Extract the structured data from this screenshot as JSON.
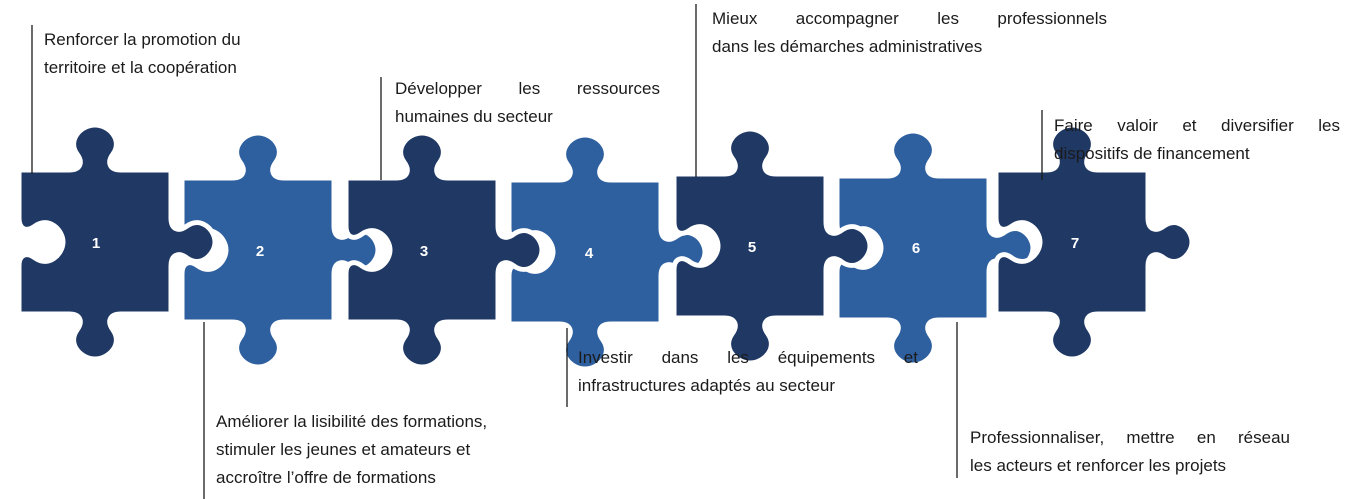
{
  "colors": {
    "piece_dark": "#1f3864",
    "piece_light": "#2e5f9e",
    "leader_line": "#1b1b1b",
    "number_text": "#ffffff"
  },
  "pieces": [
    {
      "number": "1",
      "shade": "dark"
    },
    {
      "number": "2",
      "shade": "light"
    },
    {
      "number": "3",
      "shade": "dark"
    },
    {
      "number": "4",
      "shade": "light"
    },
    {
      "number": "5",
      "shade": "dark"
    },
    {
      "number": "6",
      "shade": "light"
    },
    {
      "number": "7",
      "shade": "dark"
    }
  ],
  "callouts": [
    {
      "piece": "1",
      "lines": [
        "Renforcer la promotion du",
        "territoire et la coopération"
      ]
    },
    {
      "piece": "2",
      "lines": [
        "Améliorer la lisibilité des formations,",
        "stimuler les jeunes et amateurs et",
        "accroître l’offre de formations"
      ]
    },
    {
      "piece": "3",
      "lines": [
        "Développer les ressources",
        "humaines du secteur"
      ]
    },
    {
      "piece": "4",
      "lines": [
        "Investir dans les équipements et",
        "infrastructures adaptés au secteur"
      ]
    },
    {
      "piece": "5",
      "lines": [
        "Mieux accompagner les professionnels",
        "dans les démarches administratives"
      ]
    },
    {
      "piece": "6",
      "lines": [
        "Professionnaliser, mettre en réseau",
        "les acteurs et renforcer les projets"
      ]
    },
    {
      "piece": "7",
      "lines": [
        "Faire valoir et diversifier les",
        "dispositifs de financement"
      ]
    }
  ]
}
